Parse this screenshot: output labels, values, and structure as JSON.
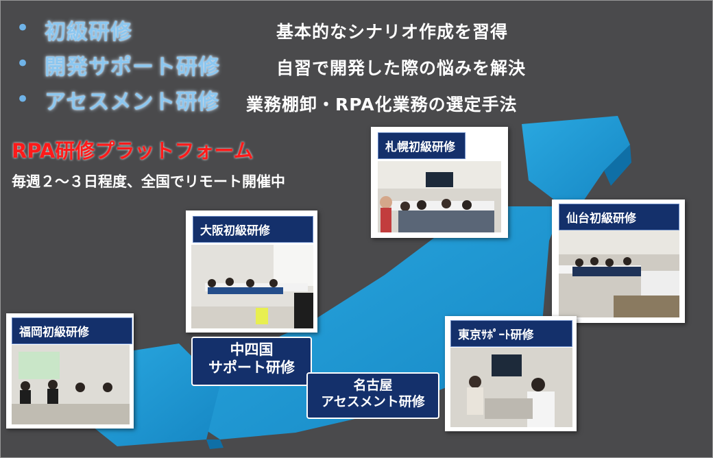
{
  "courses": [
    {
      "name": "初級研修",
      "description": "基本的なシナリオ作成を習得"
    },
    {
      "name": "開発サポート研修",
      "description": "自習で開発した際の悩みを解決"
    },
    {
      "name": "アセスメント研修",
      "description": "業務棚卸・RPA化業務の選定手法"
    }
  ],
  "platform": {
    "title": "RPA研修プラットフォーム",
    "subtitle": "毎週２～３日程度、全国でリモート開催中"
  },
  "locations": {
    "sapporo": "札幌初級研修",
    "sendai": "仙台初級研修",
    "osaka": "大阪初級研修",
    "fukuoka": "福岡初級研修",
    "tokyo": "東京ｻﾎﾟｰﾄ研修",
    "chushikoku": {
      "line1": "中四国",
      "line2": "サポート研修"
    },
    "nagoya": {
      "line1": "名古屋",
      "line2": "アセスメント研修"
    }
  },
  "colors": {
    "background": "#4a4a4c",
    "map": "#1e9ad6",
    "label_bg": "#14306b",
    "course_text": "#8cc7f0",
    "platform_title": "#ff1a1a"
  }
}
